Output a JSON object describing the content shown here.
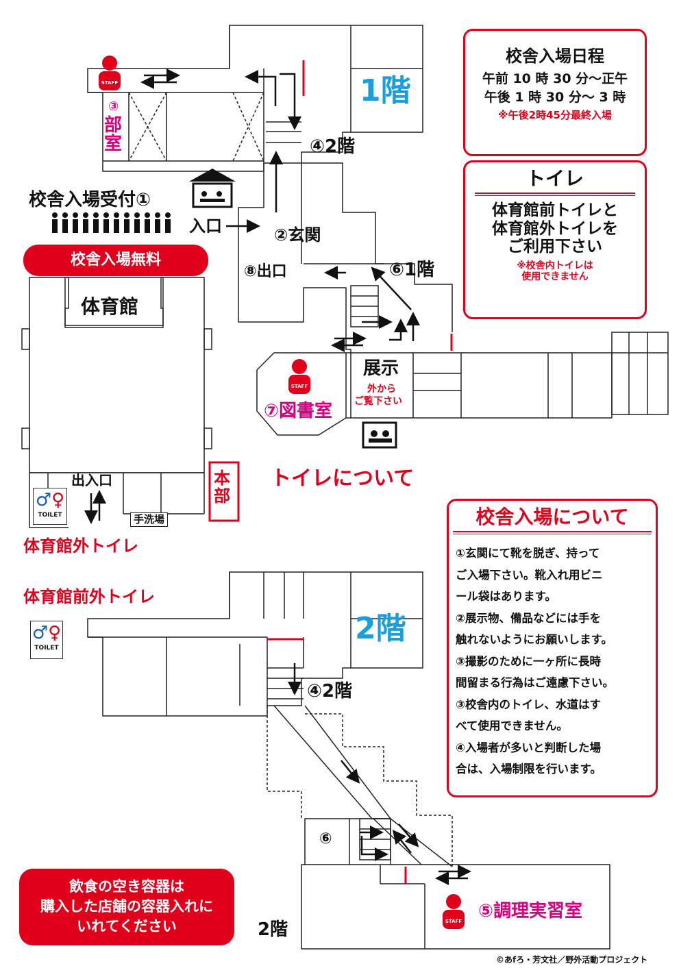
{
  "floor1": {
    "floor_label": "1階",
    "stair_label": "④2階",
    "entrance_label": "②玄関",
    "entry_arrow_label": "入口",
    "exit_label": "⑧出口",
    "stairs6_label": "⑥1階",
    "gym_label": "体育館",
    "gym_door_label": "出入口",
    "sink_label": "手洗場",
    "club_number": "③",
    "club_label": "部室",
    "exhibit_title": "展示",
    "exhibit_note_1": "外から",
    "exhibit_note_2": "ご覧下さい",
    "library_label": "⑦図書室",
    "hq_label": "本部",
    "toilet_about": "トイレについて",
    "gym_outside_toilet": "体育館外トイレ",
    "gym_front_toilet": "体育館前外トイレ",
    "toilet_sign": "TOILET",
    "staff_tag": "STAFF"
  },
  "reception": {
    "label": "校舎入場受付①",
    "free_label": "校舎入場無料"
  },
  "schedule": {
    "title": "校舎入場日程",
    "am": "午前 10 時 30 分〜正午",
    "pm": "午後 1 時 30 分〜 3 時",
    "last": "※午後2時45分最終入場"
  },
  "toilet_box": {
    "title": "トイレ",
    "line1": "体育館前トイレと",
    "line2": "体育館外トイレを",
    "line3": "ご利用下さい",
    "note1": "※校舎内トイレは",
    "note2": "使用できません"
  },
  "rules": {
    "title": "校舎入場について",
    "lines": [
      "①玄関にて靴を脱ぎ、持って",
      "ご入場下さい。靴入れ用ビニ",
      "ール袋はあります。",
      "②展示物、備品などには手を",
      "触れないようにお願いします。",
      "③撮影のために一ヶ所に長時",
      "間留まる行為はご遠慮下さい。",
      "③校舎内のトイレ、水道はす",
      "べて使用できません。",
      "④入場者が多いと判断した場",
      "合は、入場制限を行います。"
    ]
  },
  "floor2": {
    "floor_label": "2階",
    "stair_label": "④2階",
    "stairs6_label": "⑥",
    "kitchen_label": "⑤調理実習室",
    "bottom_floor_label": "2階"
  },
  "containers": {
    "line1": "飲食の空き容器は",
    "line2": "購入した店舗の容器入れに",
    "line3": "いれてください"
  },
  "copyright": "©あfろ・芳文社／野外活動プロジェクト",
  "colors": {
    "accent_red": "#e0001b",
    "floor_blue": "#1a9fdd",
    "magenta": "#d6007f",
    "black": "#111111"
  }
}
